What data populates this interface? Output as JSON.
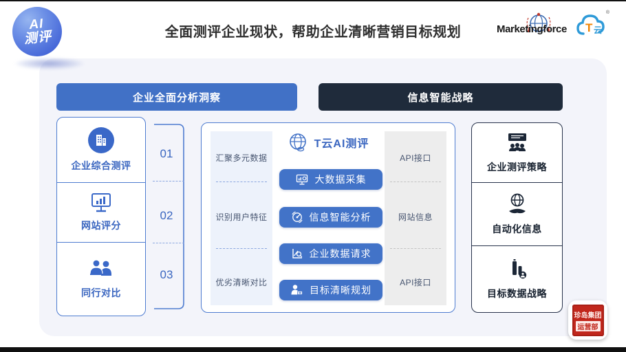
{
  "header": {
    "badge_line1": "AI",
    "badge_line2": "测评",
    "title": "全面测评企业现状，帮助企业清晰营销目标规划",
    "logo_marketingforce": "Marketingforce",
    "logo_tcloud_t": "T",
    "logo_tcloud_yun": "云",
    "logo_reg": "®"
  },
  "tabs": [
    {
      "label": "企业全面分析洞察"
    },
    {
      "label": "信息智能战略"
    }
  ],
  "left_panel": {
    "items": [
      {
        "label": "企业综合测评",
        "icon": "building-icon"
      },
      {
        "label": "网站评分",
        "icon": "monitor-chart-icon"
      },
      {
        "label": "同行对比",
        "icon": "people-icon"
      }
    ],
    "steps": [
      "01",
      "02",
      "03"
    ]
  },
  "center_panel": {
    "title": "T云AI测评",
    "title_icon": "globe-icon",
    "left_column": [
      "汇聚多元数据",
      "识别用户特征",
      "优劣清晰对比"
    ],
    "right_column": [
      "API接口",
      "网站信息",
      "API接口"
    ],
    "buttons": [
      {
        "label": "大数据采集",
        "icon": "monitor-gear-icon"
      },
      {
        "label": "信息智能分析",
        "icon": "gauge-icon"
      },
      {
        "label": "企业数据请求",
        "icon": "chart-magnifier-icon"
      },
      {
        "label": "目标清晰规划",
        "icon": "person-card-icon"
      }
    ]
  },
  "right_panel": {
    "items": [
      {
        "label": "企业测评策略",
        "icon": "presentation-team-icon"
      },
      {
        "label": "自动化信息",
        "icon": "hand-globe-icon"
      },
      {
        "label": "目标数据战略",
        "icon": "chart-person-icon"
      }
    ]
  },
  "stamp": {
    "line1": "珍岛集团",
    "line2": "运营部"
  },
  "colors": {
    "accent_blue": "#4171C6",
    "dark_navy": "#1F2B3B",
    "panel_bg": "#F3F4FA",
    "column_blue_bg": "#EDF2FB",
    "column_gray_bg": "#EDEDED",
    "stamp_red": "#C1271C"
  }
}
